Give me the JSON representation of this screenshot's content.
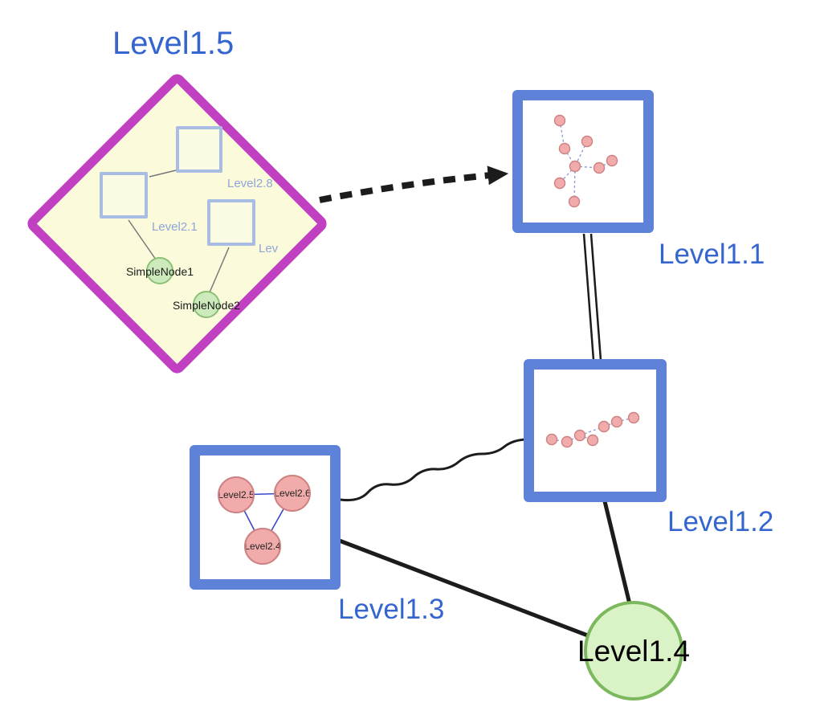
{
  "nodes": {
    "level1_5": {
      "label": "Level1.5",
      "shape": "diamond"
    },
    "level1_1": {
      "label": "Level1.1",
      "shape": "rectangle"
    },
    "level1_2": {
      "label": "Level1.2",
      "shape": "rectangle"
    },
    "level1_3": {
      "label": "Level1.3",
      "shape": "rectangle"
    },
    "level1_4": {
      "label": "Level1.4",
      "shape": "circle"
    }
  },
  "diamond_children": {
    "level2_8": {
      "label": "Level2.8",
      "shape": "rectangle"
    },
    "level2_1": {
      "label": "Level2.1",
      "shape": "rectangle"
    },
    "level2_trunc": {
      "label": "Lev",
      "shape": "rectangle"
    },
    "simple_node1": {
      "label": "SimpleNode1",
      "shape": "circle"
    },
    "simple_node2": {
      "label": "SimpleNode2",
      "shape": "circle"
    }
  },
  "level1_3_children": {
    "level2_5": {
      "label": "Level2.5",
      "shape": "circle"
    },
    "level2_6": {
      "label": "Level2.6",
      "shape": "circle"
    },
    "level2_4": {
      "label": "Level2.4",
      "shape": "circle"
    }
  },
  "edges": [
    {
      "from": "Level1.5",
      "to": "Level1.1",
      "style": "bold-dashed-arrow"
    },
    {
      "from": "Level1.1",
      "to": "Level1.2",
      "style": "double-line"
    },
    {
      "from": "Level1.3",
      "to": "Level1.2",
      "style": "wavy-line"
    },
    {
      "from": "Level1.3",
      "to": "Level1.4",
      "style": "solid-line"
    },
    {
      "from": "Level1.2",
      "to": "Level1.4",
      "style": "solid-line"
    }
  ],
  "colors": {
    "label_blue": "#3565cf",
    "diamond_border": "#c13fc1",
    "diamond_fill": "#fbfbdc",
    "box_border": "#5e82d8",
    "inner_square_border": "#a8bce4",
    "inner_square_fill": "#fbfbe4",
    "small_green_fill": "#cdeabc",
    "small_green_border": "#8cc076",
    "big_green_fill": "#d9f2c6",
    "big_green_border": "#7cb85e",
    "pink_fill": "#f2abab",
    "pink_border": "#cd8181",
    "edge_color": "#1c1c1c",
    "mini_edge_blue": "#8898d8",
    "triangle_edge_blue": "#3a49c8"
  }
}
